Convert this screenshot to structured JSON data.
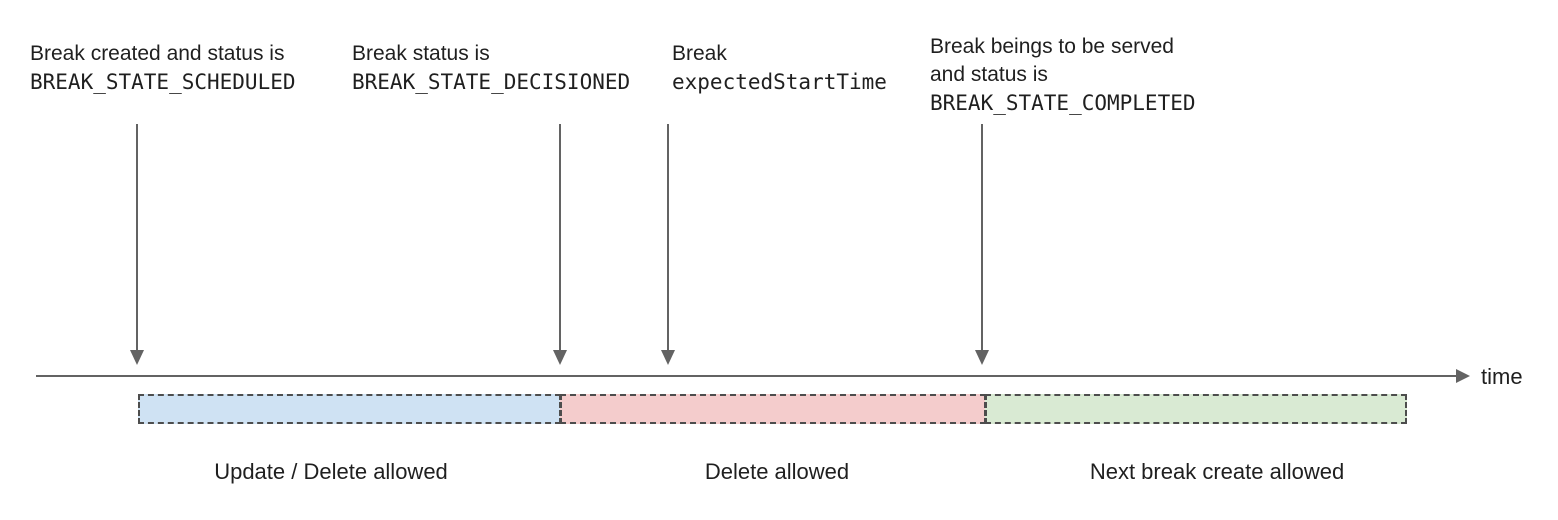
{
  "colors": {
    "text": "#1f1f1f",
    "line_gray": "#636363",
    "dash_border": "#4d4d4d",
    "segment_blue": "#cfe2f3",
    "segment_red": "#f4cccc",
    "segment_green": "#d9ead3"
  },
  "annotations": [
    {
      "lines": [
        {
          "text": "Break created and status is"
        },
        {
          "text": "BREAK_STATE_SCHEDULED"
        }
      ]
    },
    {
      "lines": [
        {
          "text": "Break status is"
        },
        {
          "text": "BREAK_STATE_DECISIONED"
        }
      ]
    },
    {
      "lines": [
        {
          "text": "Break"
        },
        {
          "text": "expectedStartTime"
        }
      ]
    },
    {
      "lines": [
        {
          "text": "Break beings to be served"
        },
        {
          "text": "and status is"
        },
        {
          "text": "BREAK_STATE_COMPLETED"
        }
      ]
    }
  ],
  "timeline": {
    "axis_label": "time"
  },
  "segments": [
    {
      "label": "Update / Delete allowed",
      "fill": "#cfe2f3"
    },
    {
      "label": "Delete allowed",
      "fill": "#f4cccc"
    },
    {
      "label": "Next break create allowed",
      "fill": "#d9ead3"
    }
  ]
}
